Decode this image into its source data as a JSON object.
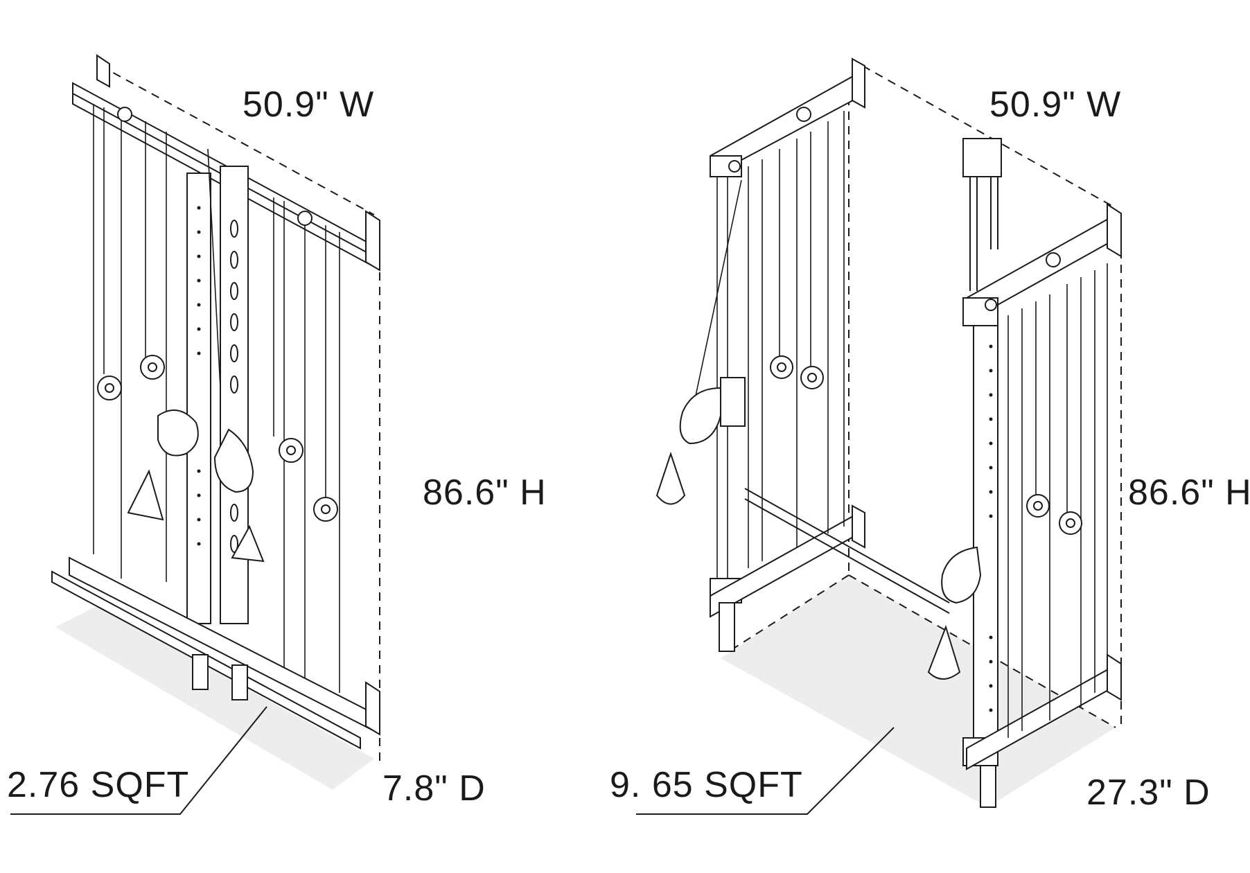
{
  "left_unit": {
    "width_label": "50.9\" W",
    "height_label": "86.6\" H",
    "depth_label": "7.8\" D",
    "area_label": "2.76 SQFT"
  },
  "right_unit": {
    "width_label": "50.9\" W",
    "height_label": "86.6\" H",
    "depth_label": "27.3\" D",
    "area_label": "9. 65 SQFT"
  },
  "colors": {
    "line": "#1a1a1a",
    "floor_shadow": "#ededed",
    "background": "#ffffff"
  }
}
